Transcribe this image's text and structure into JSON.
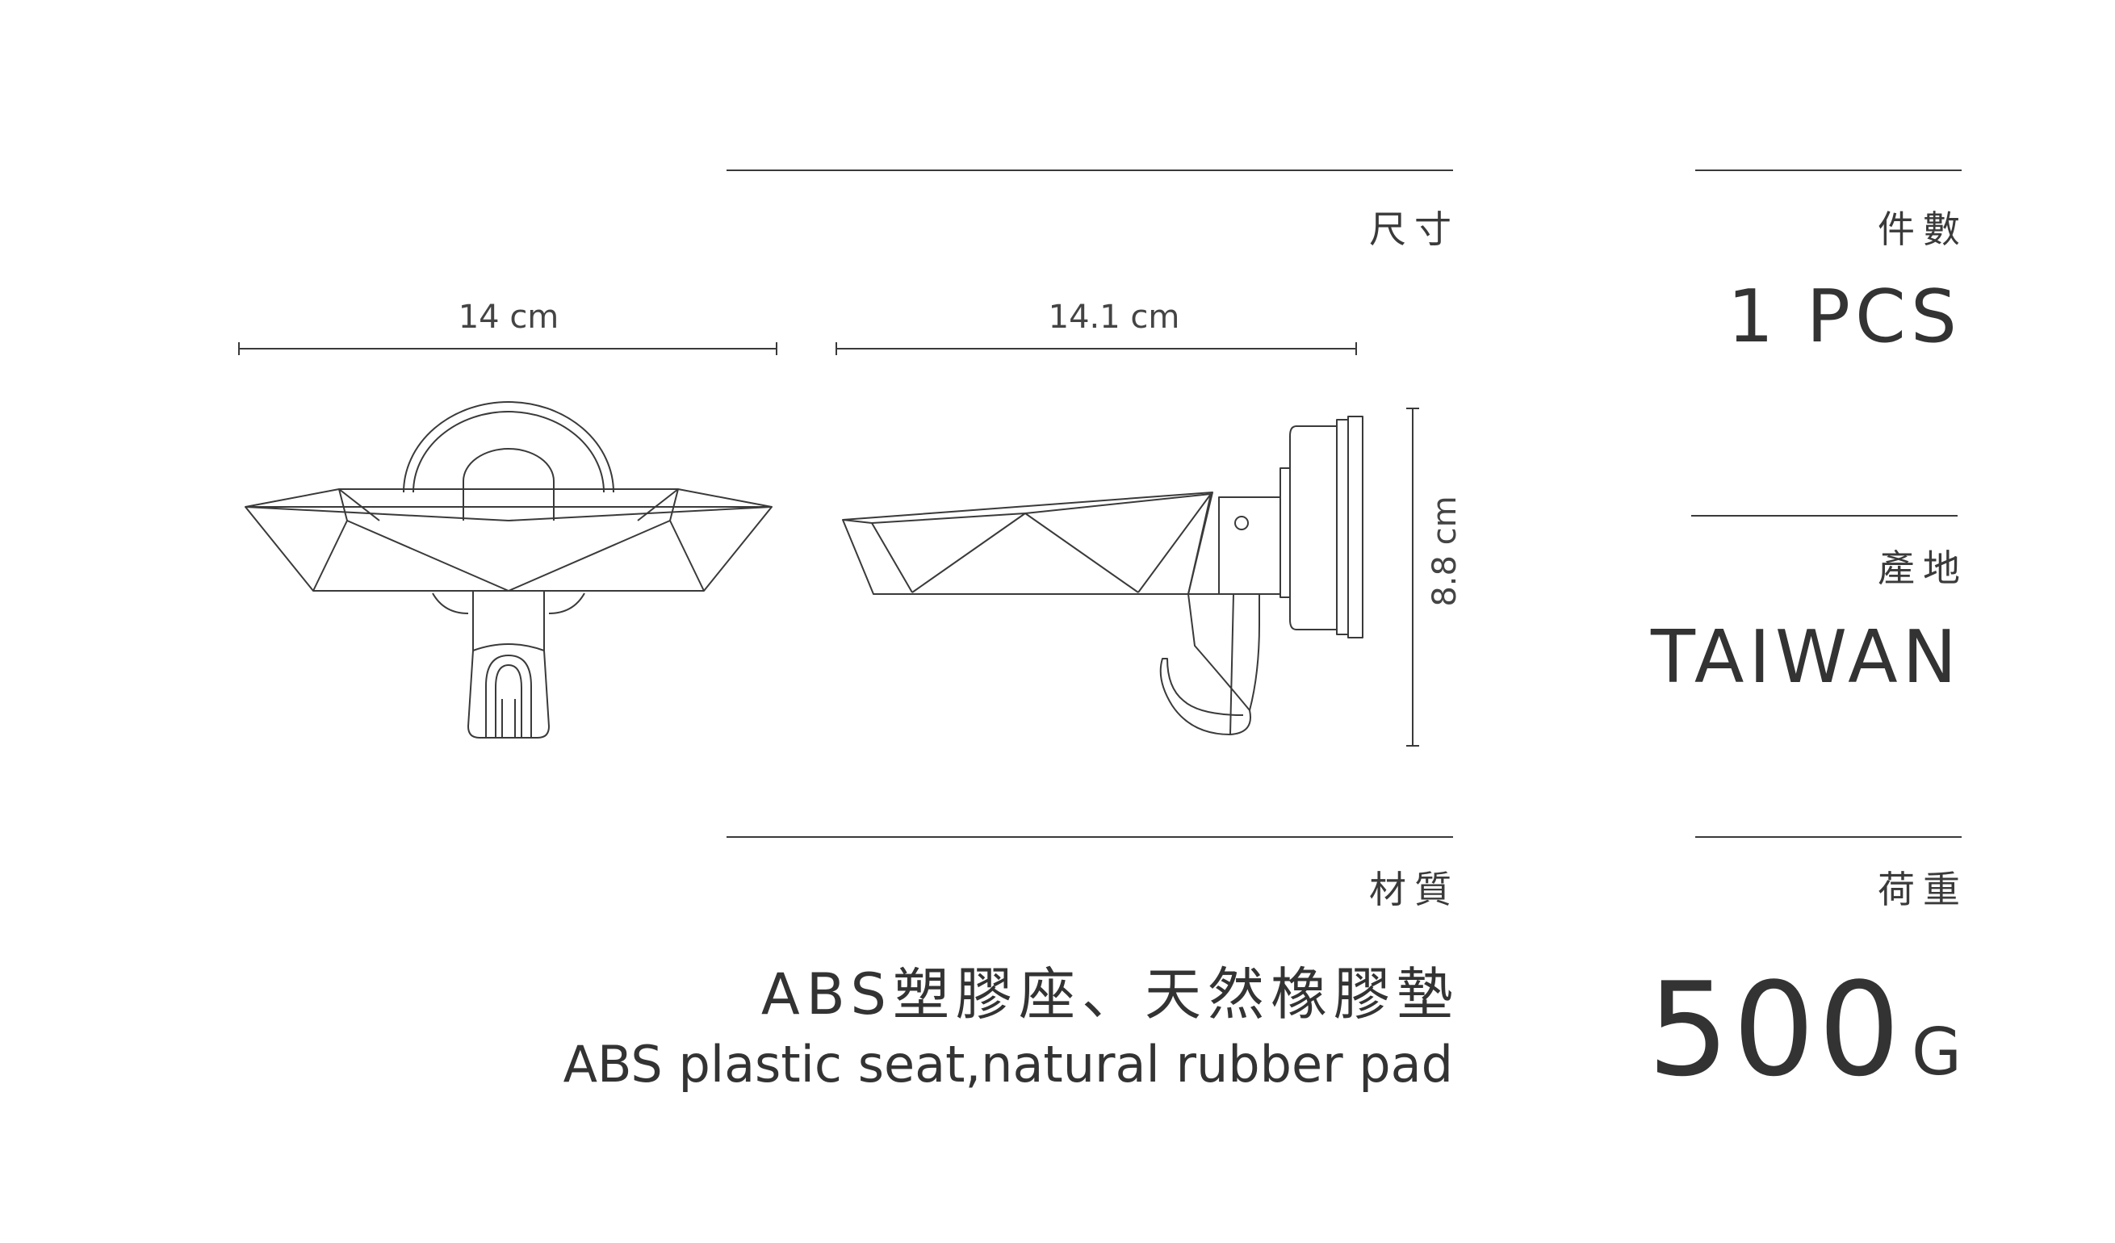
{
  "dimensions": {
    "section_label": "尺寸",
    "front_width": "14 cm",
    "side_width": "14.1 cm",
    "height": "8.8 cm"
  },
  "quantity": {
    "label": "件數",
    "value": "1 PCS"
  },
  "origin": {
    "label": "產地",
    "value": "TAIWAN"
  },
  "material": {
    "label": "材質",
    "value_zh": "ABS塑膠座、天然橡膠墊",
    "value_en": "ABS plastic seat,natural rubber pad"
  },
  "load": {
    "label": "荷重",
    "value": "500",
    "unit": "G"
  },
  "colors": {
    "ink": "#333333",
    "line": "#3a3a3a",
    "background": "#ffffff"
  }
}
